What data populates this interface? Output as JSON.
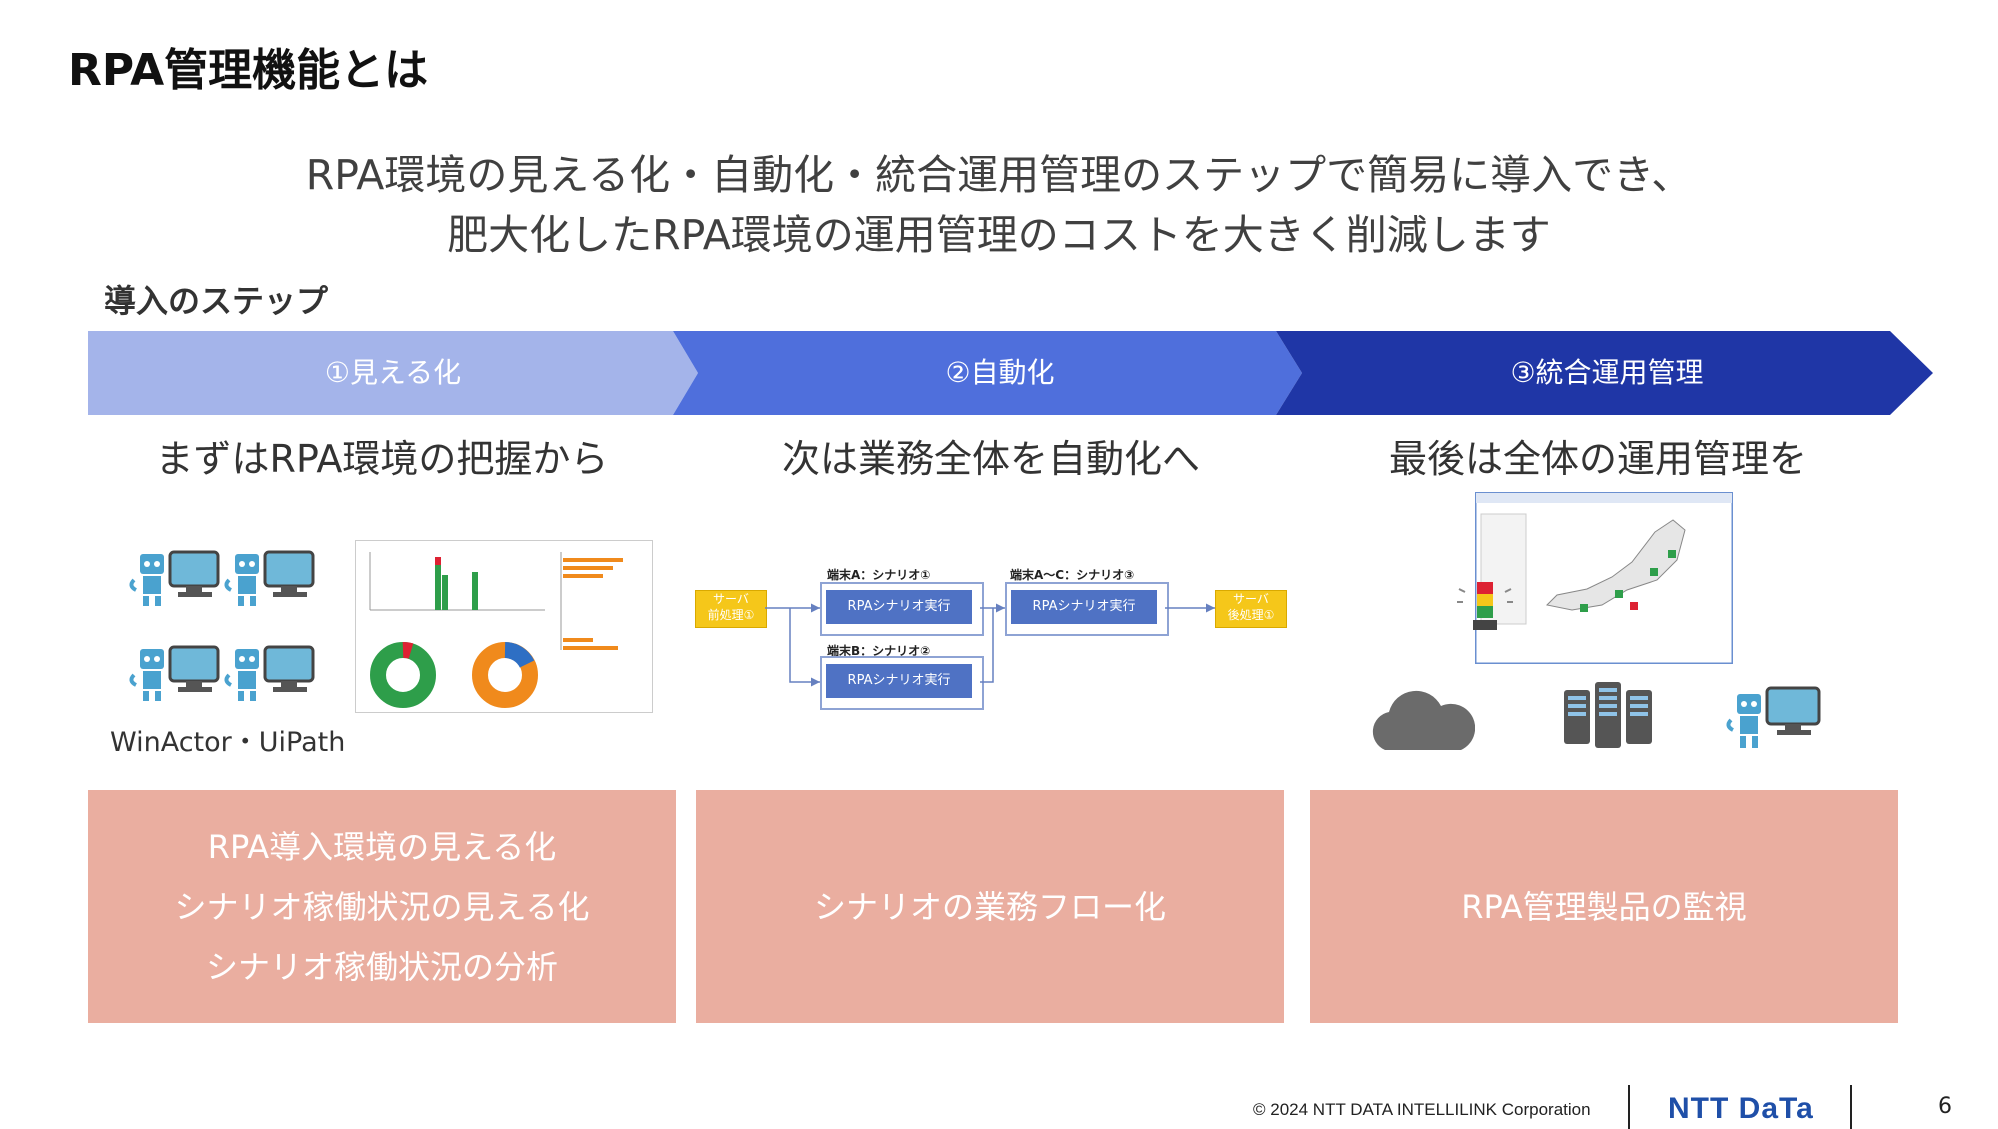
{
  "title": "RPA管理機能とは",
  "lead": {
    "line1": "RPA環境の見える化・自動化・統合運用管理のステップで簡易に導入でき、",
    "line2": "肥大化したRPA環境の運用管理のコストを大きく削減します"
  },
  "steps_heading": "導入のステップ",
  "steps": [
    {
      "label": "①見える化",
      "color": "#a4b4ea",
      "subtitle": "まずはRPA環境の把握から",
      "box_lines": [
        "RPA導入環境の見える化",
        "シナリオ稼働状況の見える化",
        "シナリオ稼働状況の分析"
      ]
    },
    {
      "label": "②自動化",
      "color": "#4f6fdc",
      "subtitle": "次は業務全体を自動化へ",
      "box_lines": [
        "シナリオの業務フロー化"
      ]
    },
    {
      "label": "③統合運用管理",
      "color": "#1f36a6",
      "subtitle": "最後は全体の運用管理を",
      "box_lines": [
        "RPA管理製品の監視"
      ]
    }
  ],
  "winactor_label": "WinActor・UiPath",
  "flow": {
    "server_pre": [
      "サーバ",
      "前処理①"
    ],
    "server_post": [
      "サーバ",
      "後処理①"
    ],
    "terminal_a": "端末A：シナリオ①",
    "terminal_b": "端末B：シナリオ②",
    "terminal_ac": "端末A〜C：シナリオ③",
    "run_label": "RPAシナリオ実行"
  },
  "footer": {
    "copyright": "© 2024 NTT DATA INTELLILINK Corporation",
    "logo": "NTT DaTa",
    "page": "6"
  },
  "icons": [
    "robot-pc-icon",
    "cloud-icon",
    "server-icon",
    "dashboard-thumbnail",
    "map-monitor-thumbnail",
    "signal-tower-icon"
  ]
}
